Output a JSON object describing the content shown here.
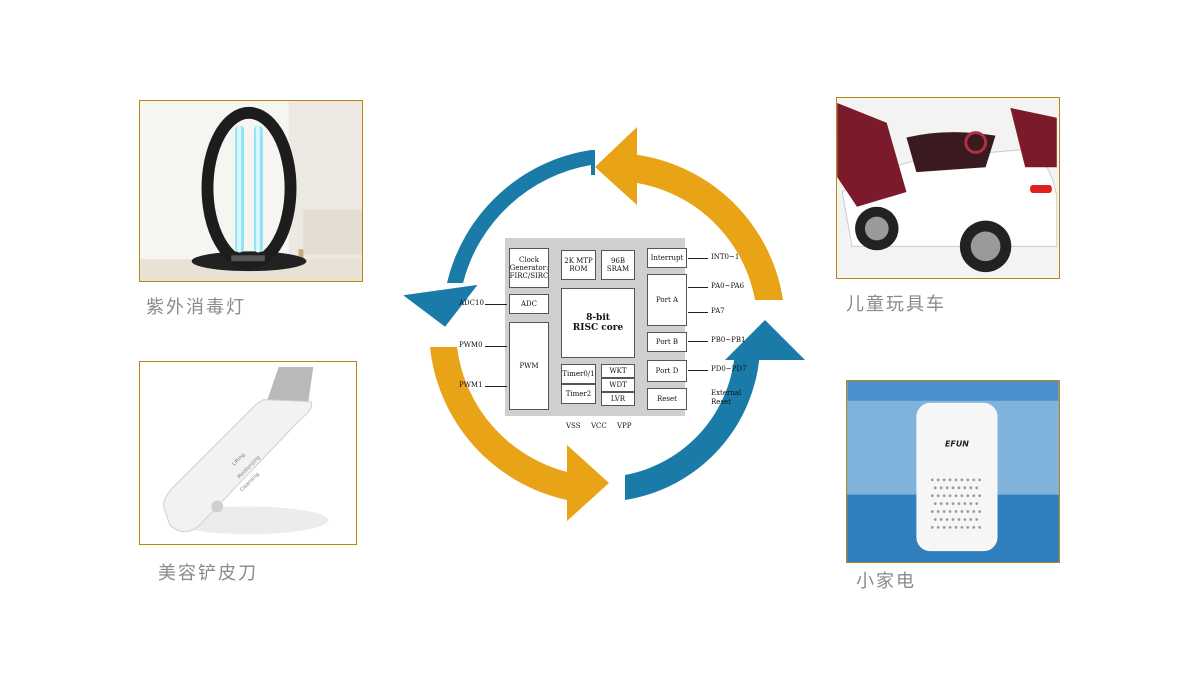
{
  "products": {
    "uv_lamp": {
      "label": "紫外消毒灯"
    },
    "kids_car": {
      "label": "儿童玩具车"
    },
    "beauty_scraper": {
      "label": "美容铲皮刀"
    },
    "small_appliance": {
      "label": "小家电"
    }
  },
  "scraper_text": {
    "line1": "Lifting",
    "line2": "Moisturizing",
    "line3": "Cleansing"
  },
  "purifier_brand": "EFUN",
  "colors": {
    "arrow_blue": "#1a7aa8",
    "arrow_orange": "#e8a317",
    "frame_gold": "#b8860b"
  },
  "block_diagram": {
    "clock": {
      "line1": "Clock",
      "line2": "Generator:",
      "line3": "FIRC/SIRC"
    },
    "rom": {
      "line1": "2K MTP",
      "line2": "ROM"
    },
    "sram": {
      "line1": "96B",
      "line2": "SRAM"
    },
    "interrupt": "Interrupt",
    "adc": "ADC",
    "core": {
      "line1": "8-bit",
      "line2": "RISC core"
    },
    "port_a": "Port A",
    "pwm": "PWM",
    "port_b": "Port B",
    "timer01": "Timer0/1",
    "wkt": "WKT",
    "port_d": "Port D",
    "wdt": "WDT",
    "timer2": "Timer2",
    "lvr": "LVR",
    "reset": "Reset",
    "pins": {
      "int": "INT0~1",
      "pa06": "PA0~PA6",
      "pa7": "PA7",
      "pb": "PB0~PB1",
      "pd": "PD0~PD7",
      "ext1": "External",
      "ext2": "Reset",
      "adc": "ADC10",
      "pwm0": "PWM0",
      "pwm1": "PWM1",
      "vss": "VSS",
      "vcc": "VCC",
      "vpp": "VPP"
    }
  }
}
